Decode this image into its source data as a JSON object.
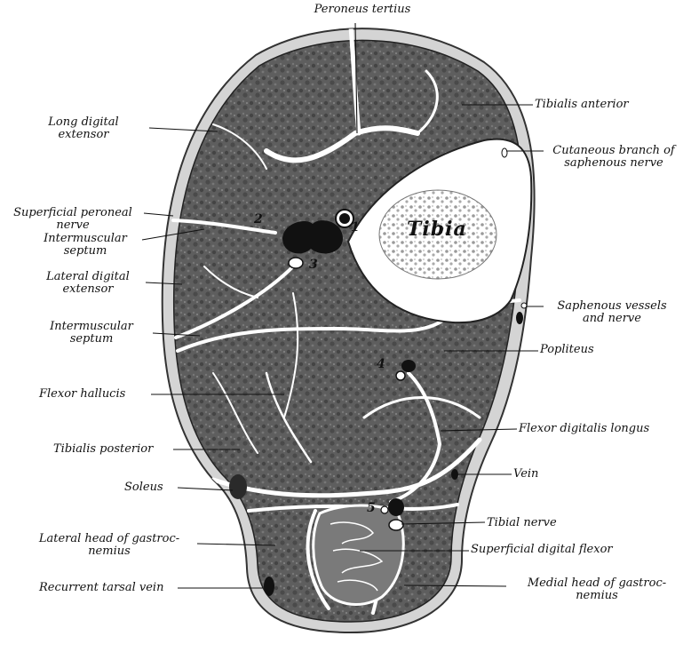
{
  "bone": {
    "tibia": "Tibia"
  },
  "numbers": {
    "n1": "1",
    "n2": "2",
    "n3": "3",
    "n4": "4",
    "n5": "5"
  },
  "labels": {
    "peroneus_tertius": "Peroneus tertius",
    "tibialis_anterior": "Tibialis anterior",
    "long_digital_extensor": [
      "Long digital",
      "extensor"
    ],
    "cutaneous_branch": [
      "Cutaneous branch of",
      "saphenous nerve"
    ],
    "superficial_peroneal_nerve": [
      "Superficial peroneal",
      "nerve"
    ],
    "intermuscular_septum_1": [
      "Intermuscular",
      "septum"
    ],
    "lateral_digital_extensor": [
      "Lateral digital",
      "extensor"
    ],
    "saphenous_vessels": [
      "Saphenous vessels",
      "and nerve"
    ],
    "intermuscular_septum_2": [
      "Intermuscular",
      "septum"
    ],
    "popliteus": "Popliteus",
    "flexor_hallucis": "Flexor hallucis",
    "flexor_digitalis_longus": "Flexor digitalis longus",
    "tibialis_posterior": "Tibialis posterior",
    "vein": "Vein",
    "soleus": "Soleus",
    "tibial_nerve": "Tibial nerve",
    "lateral_head_gastrocnemius": [
      "Lateral head of gastroc-",
      "nemius"
    ],
    "superficial_digital_flexor": "Superficial digital flexor",
    "recurrent_tarsal_vein": "Recurrent tarsal vein",
    "medial_head_gastrocnemius": [
      "Medial head of gastroc-",
      "nemius"
    ]
  },
  "colors": {
    "muscle": "#5b5b5b",
    "muscle_dark": "#3a3a3a",
    "septum": "#ffffff",
    "skin": "#cfcfcf",
    "vessel": "#111111"
  }
}
